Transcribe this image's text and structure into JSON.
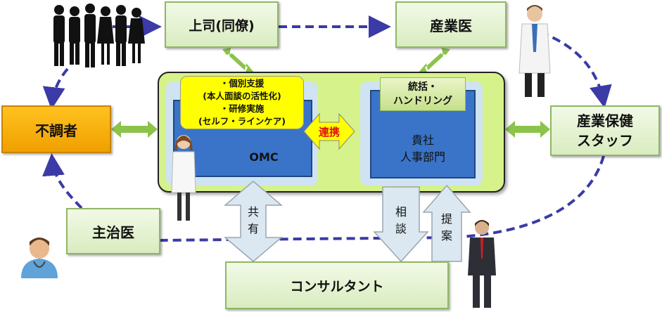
{
  "nodes": {
    "boss": "上司(同僚)",
    "sangyoi": "産業医",
    "futyosha": "不調者",
    "hoken_line1": "産業保健",
    "hoken_line2": "スタッフ",
    "shujii": "主治医",
    "consultant": "コンサルタント"
  },
  "omc": {
    "label": "OMC",
    "support_lines": [
      "・個別支援",
      "(本人面談の活性化)",
      "・研修実施",
      "(セルフ・ラインケア)"
    ]
  },
  "renkei": "連携",
  "hr": {
    "label_line1": "貴社",
    "label_line2": "人事部門",
    "tag_line1": "統括・",
    "tag_line2": "ハンドリング"
  },
  "arrows": {
    "share_chars": [
      "共",
      "有"
    ],
    "soudan_chars": [
      "相",
      "談"
    ],
    "teian_chars": [
      "提",
      "案"
    ]
  },
  "colors": {
    "dash": "#3b3aa6",
    "green_arrow": "#8cc34a",
    "yellow": "#ffff00",
    "orange": "#f5a800",
    "blue": "#3a74c8"
  }
}
